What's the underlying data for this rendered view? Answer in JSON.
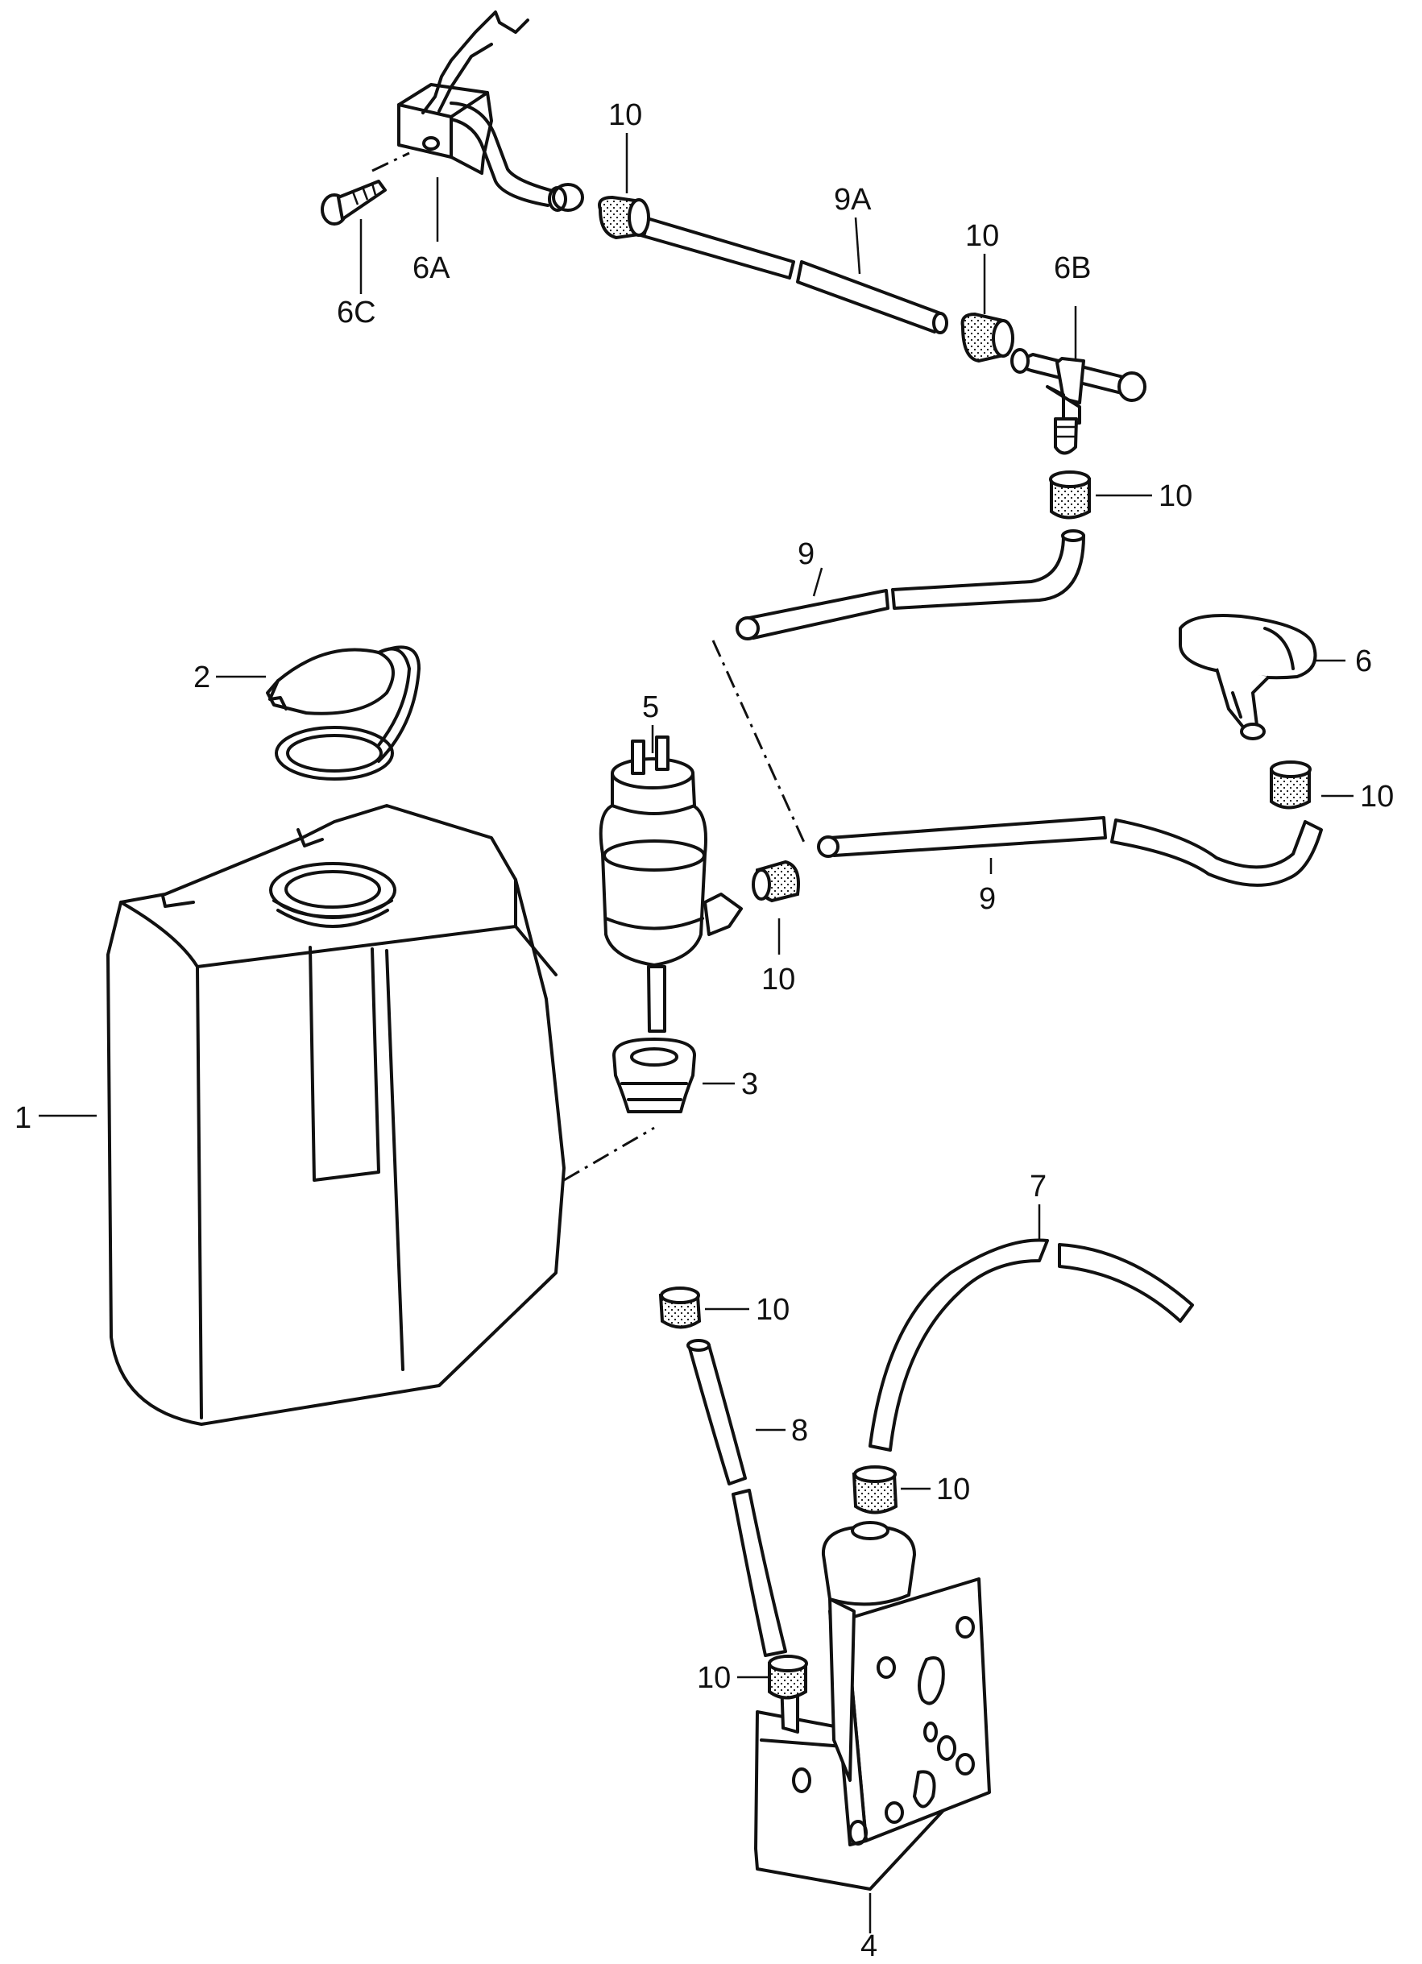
{
  "labels": {
    "l1": "1",
    "l2": "2",
    "l3": "3",
    "l4": "4",
    "l5": "5",
    "l6": "6",
    "l6a": "6A",
    "l6b": "6B",
    "l6c": "6C",
    "l7": "7",
    "l8": "8",
    "l9_upper": "9",
    "l9_lower": "9",
    "l9a": "9A",
    "l10_top_left": "10",
    "l10_top_right": "10",
    "l10_tee": "10",
    "l10_nozzle": "10",
    "l10_pump": "10",
    "l10_hose8_top": "10",
    "l10_hose8_bottom": "10",
    "l10_hose7": "10"
  }
}
